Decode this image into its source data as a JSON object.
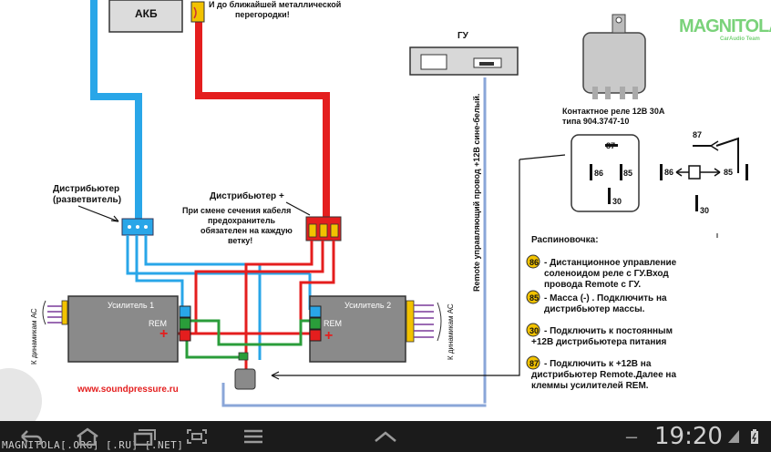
{
  "diagram": {
    "akb_label": "АКБ",
    "note_top": [
      "И до ближайшей металлической",
      "перегородки!"
    ],
    "gu_label": "ГУ",
    "brand": "MAGNITOLA",
    "brand_sub": "CarAudio Team",
    "relay_caption": [
      "Контактное реле 12В 30А",
      "типа 904.3747-10"
    ],
    "relay_pins": {
      "p87": "87",
      "p86": "86",
      "p85": "85",
      "p30": "30"
    },
    "remote_wire": "Remote  управляющий провод +12В сине-белый.",
    "distributor_left": [
      "Дистрибьютер",
      "(разветвитель)"
    ],
    "distributor_plus": "Дистрибьютер +",
    "fuse_note": [
      "При смене сечения кабеля",
      "предохранитель",
      "обязателен на каждую",
      "ветку!"
    ],
    "amp1": "Усилитель 1",
    "amp2": "Усилитель 2",
    "rem": "REM",
    "plus": "+",
    "speakers": "К динамикам АС",
    "site": "www.soundpressure.ru",
    "pinout_title": "Распиновочка:",
    "pinout": [
      {
        "pin": "86",
        "lines": [
          "- Дистанционное управление",
          "соленоидом реле с ГУ.Вход",
          "провода Remote с ГУ."
        ]
      },
      {
        "pin": "85",
        "lines": [
          "- Масса (-) . Подключить на",
          "дистрибьютер массы."
        ]
      },
      {
        "pin": "30",
        "lines": [
          "- Подключить к постоянным",
          "+12В дистрибьютера питания"
        ]
      },
      {
        "pin": "87",
        "lines": [
          "- Подключить к +12В на",
          "дистрибьютер Remote.Далее на",
          "клеммы усилителей REM."
        ]
      }
    ]
  },
  "navbar": {
    "watermark": "MAGNITOLA[.ORG] [.RU] [.NET]",
    "time": "19:20",
    "minus": "–",
    "icons": [
      "back-icon",
      "home-icon",
      "recent-apps-icon",
      "screenshot-icon",
      "menu-icon",
      "chevron-up-icon",
      "battery-icon"
    ]
  },
  "colors": {
    "blue_wire": "#29a6e8",
    "red_wire": "#e41e1e",
    "green_wire": "#2a9d3a",
    "remote_wire": "#8aa6d8",
    "navbar": "#1b1b1b"
  }
}
